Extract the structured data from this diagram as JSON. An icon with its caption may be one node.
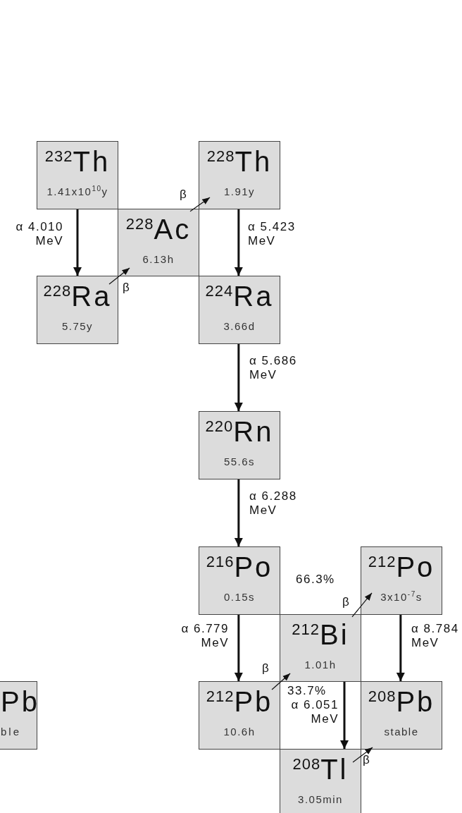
{
  "diagram": {
    "nodes": [
      {
        "text": [
          "$^{232}$Th",
          "1.41x10$^{10}$y"
        ]
      },
      {
        "text": [
          "$^{228}$Th",
          "1.91y"
        ]
      },
      {
        "text": [
          "$^{228}$Ac",
          "6.13h"
        ]
      },
      {
        "text": [
          "$^{228}$Ra",
          "5.75y"
        ]
      },
      {
        "text": [
          "$^{224}$Ra",
          "3.66d"
        ]
      },
      {
        "text": [
          "$^{220}$Rn",
          "55.6s"
        ]
      },
      {
        "text": [
          "$^{216}$Po",
          "0.15s"
        ]
      },
      {
        "text": [
          "$^{212}$Po",
          "3x10$^{-7}$s"
        ]
      },
      {
        "text": [
          "$^{212}$Bi",
          "1.01h"
        ]
      },
      {
        "text": [
          "Pb",
          "ble"
        ]
      },
      {
        "text": [
          "$^{212}$Pb",
          "10.6h"
        ]
      },
      {
        "text": [
          "$^{208}$Pb",
          "stable"
        ]
      },
      {
        "text": [
          "$^{208}$Tl",
          "3.05min"
        ]
      }
    ],
    "edges": [
      {
        "from": 0,
        "to": 3,
        "arrow": "to",
        "label": "α 4.010 MeV"
      },
      {
        "from": 3,
        "to": 2,
        "arrow": "to",
        "label": "β"
      },
      {
        "from": 2,
        "to": 1,
        "arrow": "to",
        "label": "β"
      },
      {
        "from": 1,
        "to": 4,
        "arrow": "to",
        "label": "α 5.423 MeV"
      },
      {
        "from": 4,
        "to": 5,
        "arrow": "to",
        "label": "α 5.686 MeV"
      },
      {
        "from": 5,
        "to": 6,
        "arrow": "to",
        "label": "α 6.288 MeV"
      },
      {
        "from": 6,
        "to": 10,
        "arrow": "to",
        "label": "α 6.779 MeV"
      },
      {
        "from": 10,
        "to": 8,
        "arrow": "to",
        "label": "β"
      },
      {
        "from": 8,
        "to": 7,
        "arrow": "to",
        "label": "β"
      },
      {
        "from": 7,
        "to": 11,
        "arrow": "to",
        "label": "α 8.784 MeV"
      },
      {
        "from": 8,
        "to": 12,
        "arrow": "to",
        "label": "α 6.051 MeV"
      },
      {
        "from": 12,
        "to": 11,
        "arrow": "to",
        "label": "β"
      }
    ],
    "labels": [
      "66.3%",
      "33.7%"
    ]
  }
}
